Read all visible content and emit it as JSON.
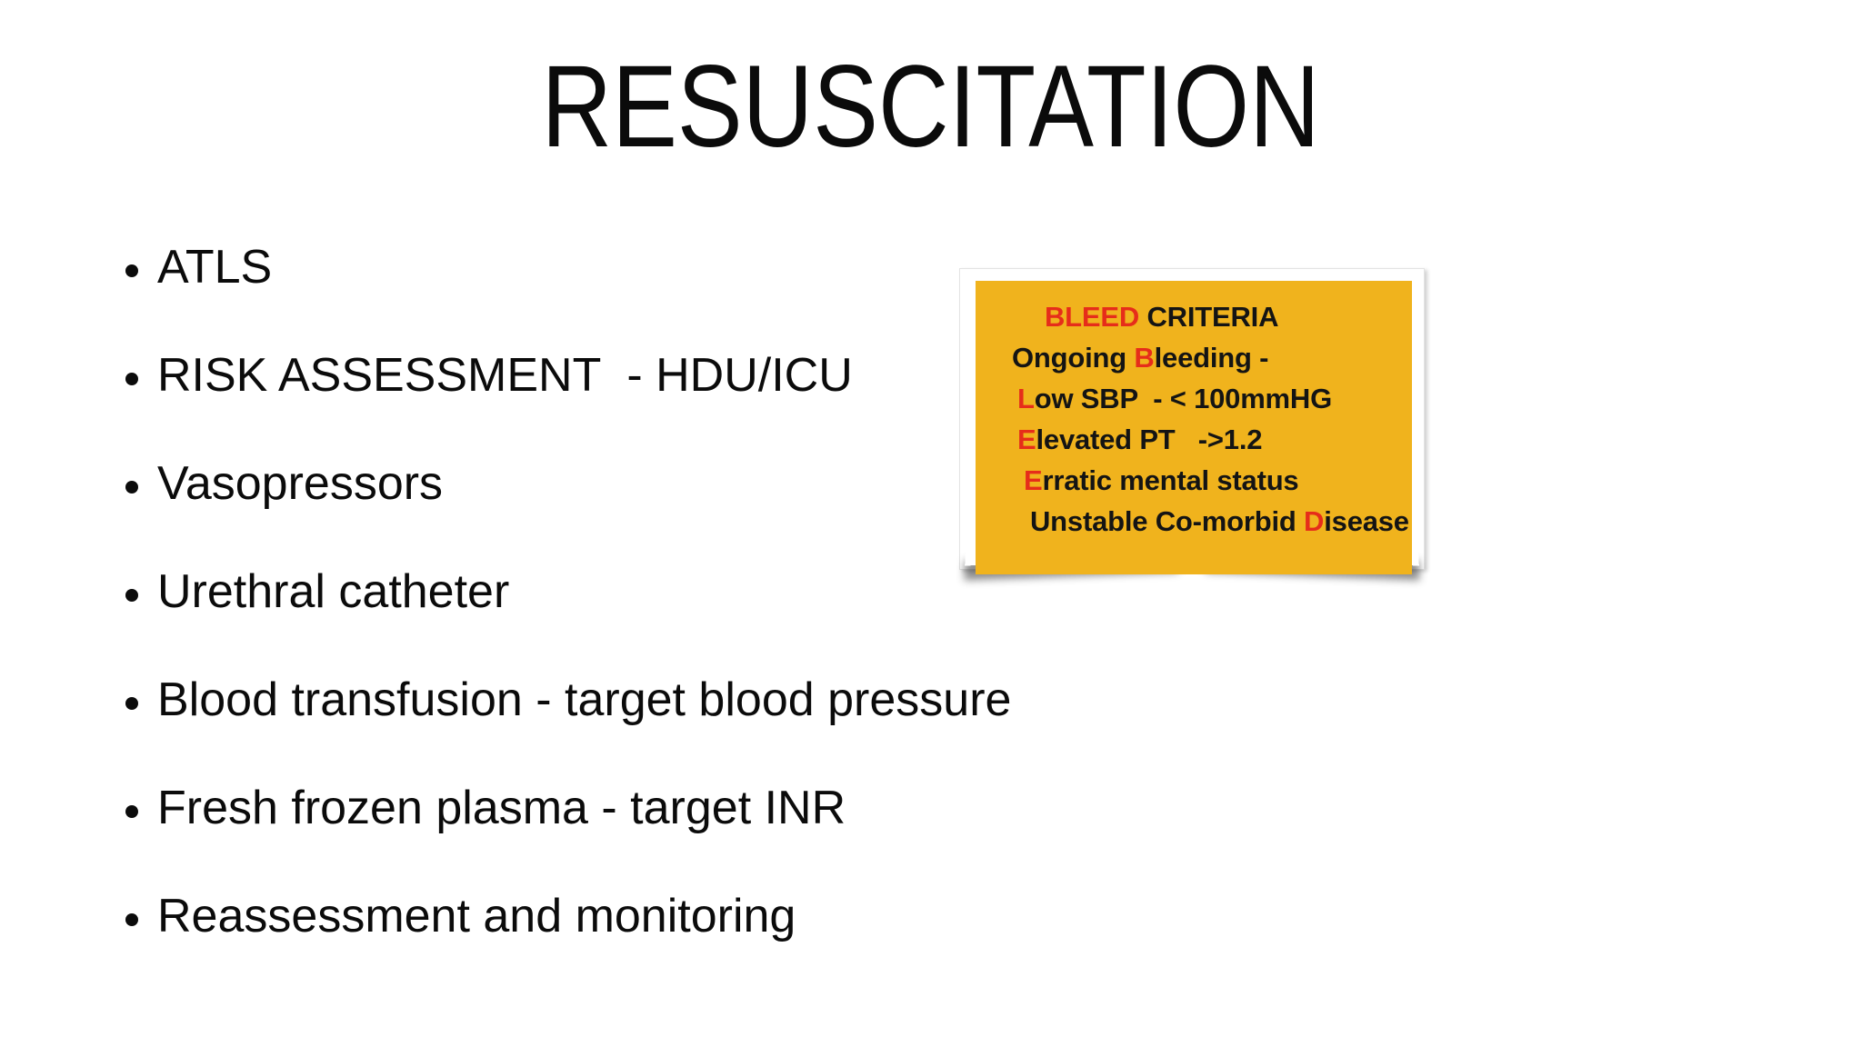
{
  "slide": {
    "title": "RESUSCITATION",
    "bullets": [
      "ATLS",
      "RISK ASSESSMENT  - HDU/ICU",
      "Vasopressors",
      "Urethral catheter",
      "Blood transfusion - target blood pressure",
      "Fresh frozen plasma - target INR",
      "Reassessment and monitoring"
    ]
  },
  "bleed_box": {
    "title": [
      {
        "t": "BLEED",
        "c": "red"
      },
      {
        "t": " CRITERIA",
        "c": "black"
      }
    ],
    "lines": [
      [
        {
          "t": "Ongoing ",
          "c": "black"
        },
        {
          "t": "B",
          "c": "red"
        },
        {
          "t": "leeding -",
          "c": "black"
        }
      ],
      [
        {
          "t": "L",
          "c": "red"
        },
        {
          "t": "ow SBP  - < 100mmHG",
          "c": "black"
        }
      ],
      [
        {
          "t": "E",
          "c": "red"
        },
        {
          "t": "levated PT   ->1.2",
          "c": "black"
        }
      ],
      [
        {
          "t": "E",
          "c": "red"
        },
        {
          "t": "rratic mental status",
          "c": "black"
        }
      ],
      [
        {
          "t": "Unstable Co-morbid ",
          "c": "black"
        },
        {
          "t": "D",
          "c": "red"
        },
        {
          "t": "isease",
          "c": "black"
        }
      ]
    ],
    "colors": {
      "card_background": "#F0B31D",
      "accent_red": "#E62D1A",
      "text_black": "#141414",
      "frame_white": "#FFFFFF"
    }
  }
}
